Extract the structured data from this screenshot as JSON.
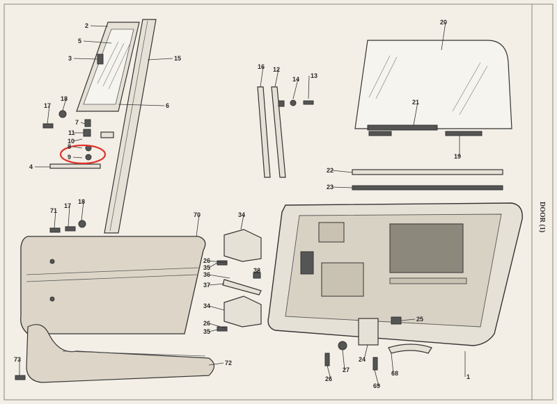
{
  "side_caption": "DOOR (1)",
  "callouts": [
    "1",
    "2",
    "3",
    "4",
    "5",
    "6",
    "7",
    "8",
    "9",
    "10",
    "11",
    "12",
    "13",
    "14",
    "15",
    "16",
    "17",
    "17",
    "18",
    "18",
    "19",
    "20",
    "21",
    "22",
    "23",
    "24",
    "25",
    "26",
    "26",
    "26",
    "27",
    "34",
    "34",
    "35",
    "35",
    "36",
    "37",
    "38",
    "68",
    "69",
    "70",
    "71",
    "72",
    "73"
  ],
  "highlight_color": "#e0332e",
  "ink_color": "#2a2a2a",
  "paper_color": "#f3efe6"
}
